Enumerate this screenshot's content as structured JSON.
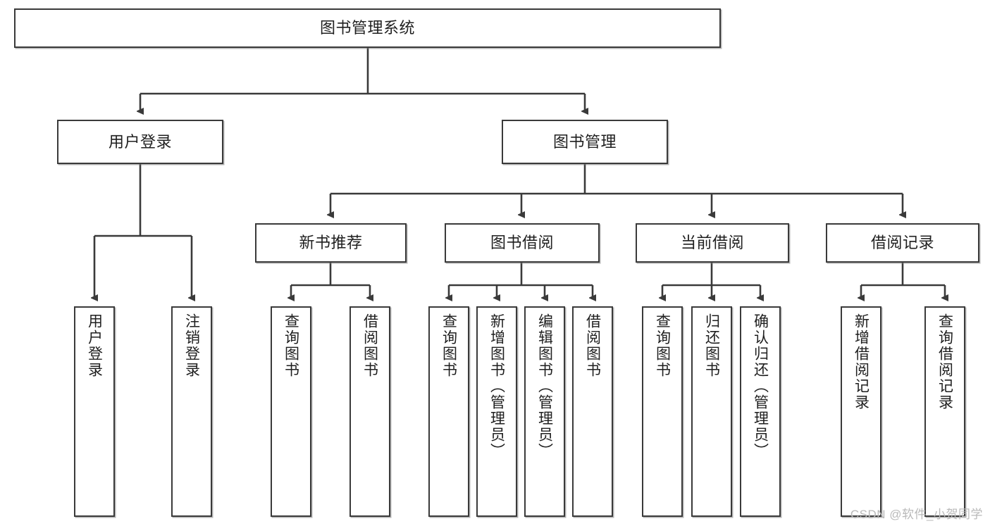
{
  "diagram": {
    "title_node": {
      "label": "图书管理系统"
    },
    "level1": [
      {
        "id": "user-login",
        "label": "用户登录"
      },
      {
        "id": "book-management",
        "label": "图书管理"
      }
    ],
    "level2": [
      {
        "id": "new-book-recommend",
        "label": "新书推荐"
      },
      {
        "id": "book-borrow",
        "label": "图书借阅"
      },
      {
        "id": "current-borrow",
        "label": "当前借阅"
      },
      {
        "id": "borrow-record",
        "label": "借阅记录"
      }
    ],
    "leaves": [
      {
        "id": "leaf-user-login",
        "parent": "user-login",
        "label": "用户登录"
      },
      {
        "id": "leaf-logout",
        "parent": "user-login",
        "label": "注销登录"
      },
      {
        "id": "leaf-query-book-1",
        "parent": "new-book-recommend",
        "label": "查询图书"
      },
      {
        "id": "leaf-borrow-book-1",
        "parent": "new-book-recommend",
        "label": "借阅图书"
      },
      {
        "id": "leaf-query-book-2",
        "parent": "book-borrow",
        "label": "查询图书"
      },
      {
        "id": "leaf-add-book",
        "parent": "book-borrow",
        "label": "新增图书（管理员）"
      },
      {
        "id": "leaf-edit-book",
        "parent": "book-borrow",
        "label": "编辑图书（管理员）"
      },
      {
        "id": "leaf-borrow-book-2",
        "parent": "book-borrow",
        "label": "借阅图书"
      },
      {
        "id": "leaf-query-book-3",
        "parent": "current-borrow",
        "label": "查询图书"
      },
      {
        "id": "leaf-return-book",
        "parent": "current-borrow",
        "label": "归还图书"
      },
      {
        "id": "leaf-confirm-return",
        "parent": "current-borrow",
        "label": "确认归还（管理员）"
      },
      {
        "id": "leaf-add-record",
        "parent": "borrow-record",
        "label": "新增借阅记录"
      },
      {
        "id": "leaf-query-record",
        "parent": "borrow-record",
        "label": "查询借阅记录"
      }
    ]
  },
  "watermark": {
    "text": "CSDN @软件_小贺同学"
  },
  "colors": {
    "stroke": "#3a3a3a",
    "text": "#1f1f1f",
    "background": "#ffffff",
    "watermark": "#b9b9b9"
  }
}
